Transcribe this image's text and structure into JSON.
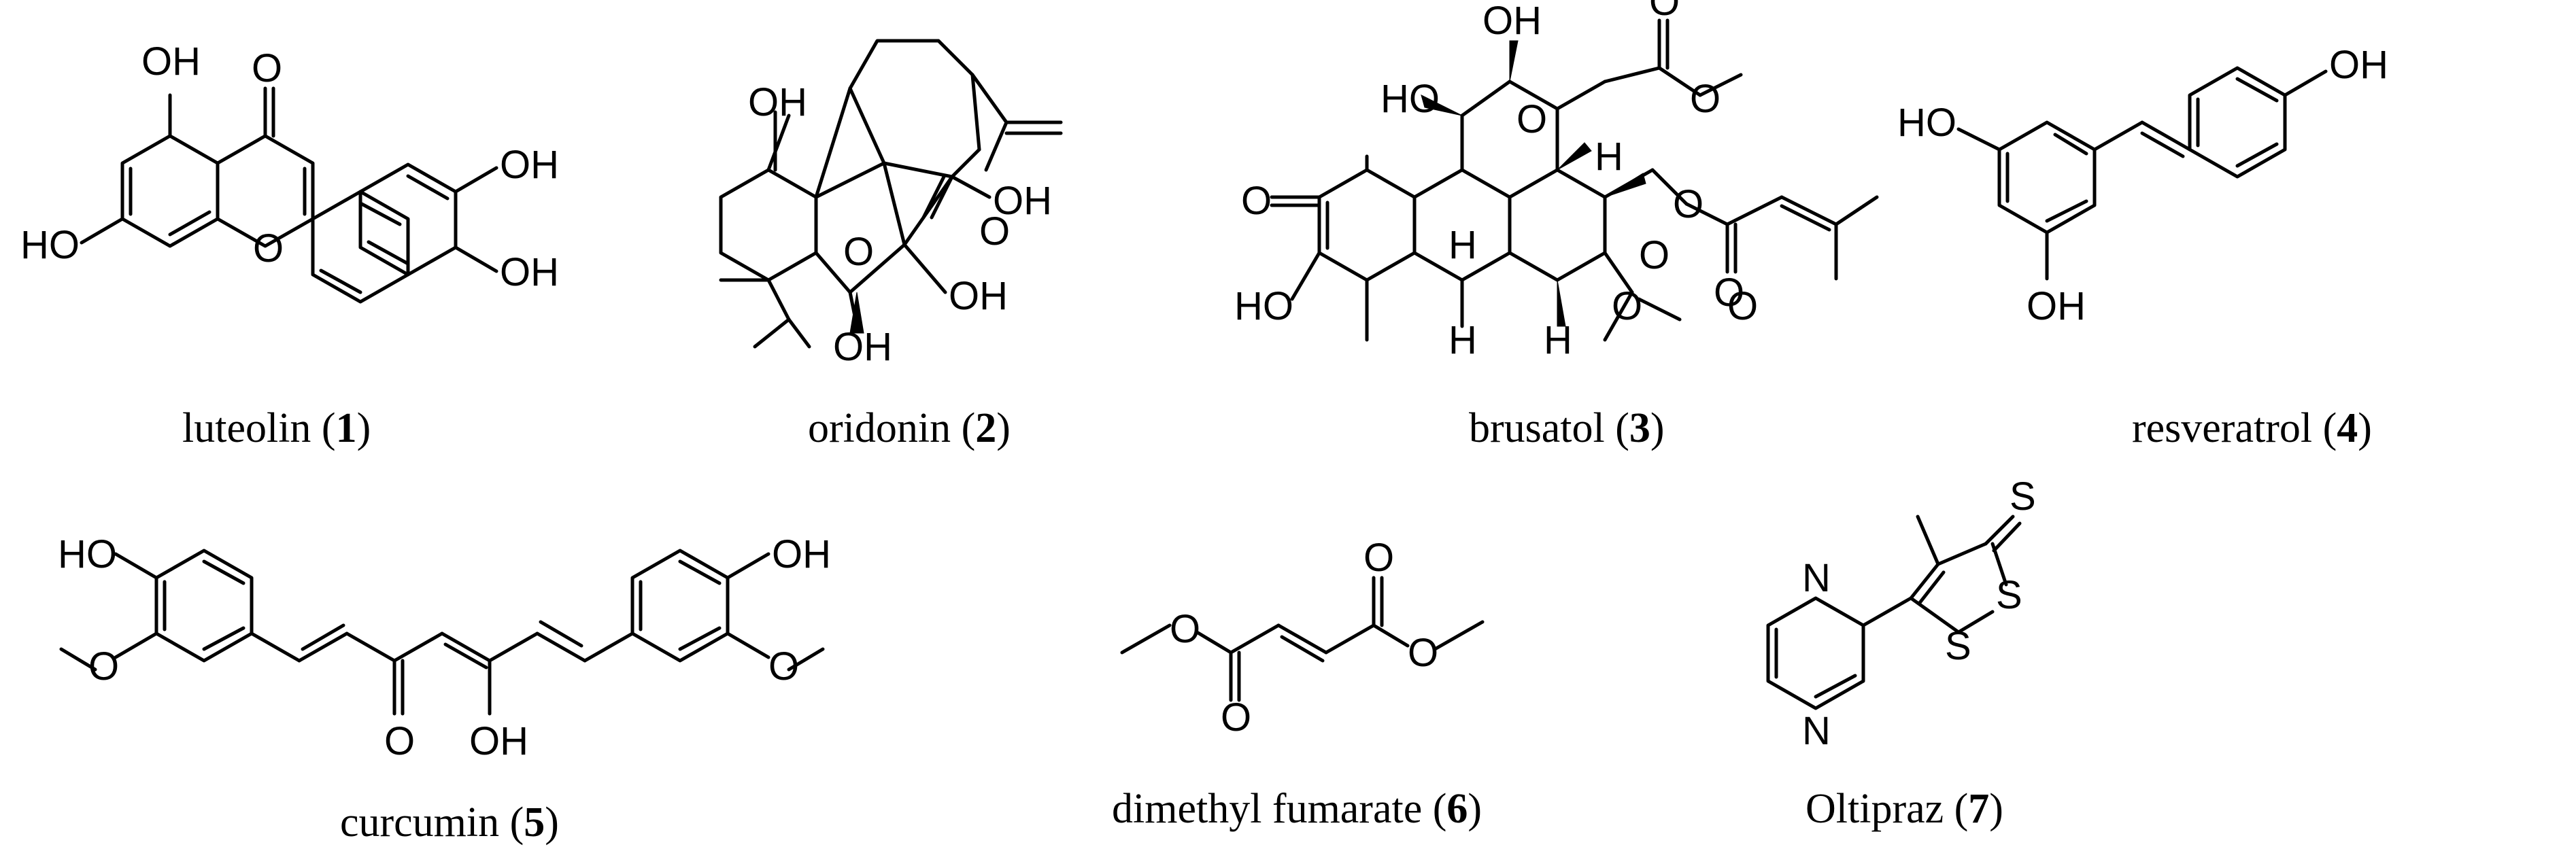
{
  "compounds": [
    {
      "id": "luteolin",
      "name": "luteolin",
      "number": "1",
      "atom_labels": {
        "oh_top": "OH",
        "o_carbonyl": "O",
        "ho_left": "HO",
        "o_ring": "O",
        "oh_r1": "OH",
        "oh_r2": "OH"
      }
    },
    {
      "id": "oridonin",
      "name": "oridonin",
      "number": "2",
      "atom_labels": {
        "oh_top": "OH",
        "oh_right": "OH",
        "o_carbonyl": "O",
        "o_bridge": "O",
        "oh_mid": "OH",
        "oh_bottom": "OH"
      }
    },
    {
      "id": "brusatol",
      "name": "brusatol",
      "number": "3",
      "atom_labels": {
        "oh_top": "OH",
        "ho_left": "HO",
        "o_ester1": "O",
        "o_ester2": "O",
        "h1": "H",
        "o_ketone": "O",
        "o_ether": "O",
        "o_bridge": "O",
        "ho_bottom": "HO",
        "h2": "H",
        "h3": "H",
        "o_lactone": "O",
        "o_lactone_c": "O",
        "o_carb": "O",
        "h4": "H",
        "o_ring": "O"
      }
    },
    {
      "id": "resveratrol",
      "name": "resveratrol",
      "number": "4",
      "atom_labels": {
        "oh_top": "OH",
        "ho_left": "HO",
        "oh_bottom": "OH"
      }
    },
    {
      "id": "curcumin",
      "name": "curcumin",
      "number": "5",
      "atom_labels": {
        "ho_left": "HO",
        "oh_right": "OH",
        "o_left": "O",
        "o_right": "O",
        "o_keto": "O",
        "oh_enol": "OH"
      }
    },
    {
      "id": "dimethyl-fumarate",
      "name": "dimethyl fumarate",
      "number": "6",
      "atom_labels": {
        "o_top": "O",
        "o_left": "O",
        "o_right": "O",
        "o_bottom": "O"
      }
    },
    {
      "id": "oltipraz",
      "name": "Oltipraz",
      "number": "7",
      "atom_labels": {
        "s_top": "S",
        "n_top": "N",
        "s_ring1": "S",
        "s_ring2": "S",
        "n_bottom": "N"
      }
    }
  ]
}
